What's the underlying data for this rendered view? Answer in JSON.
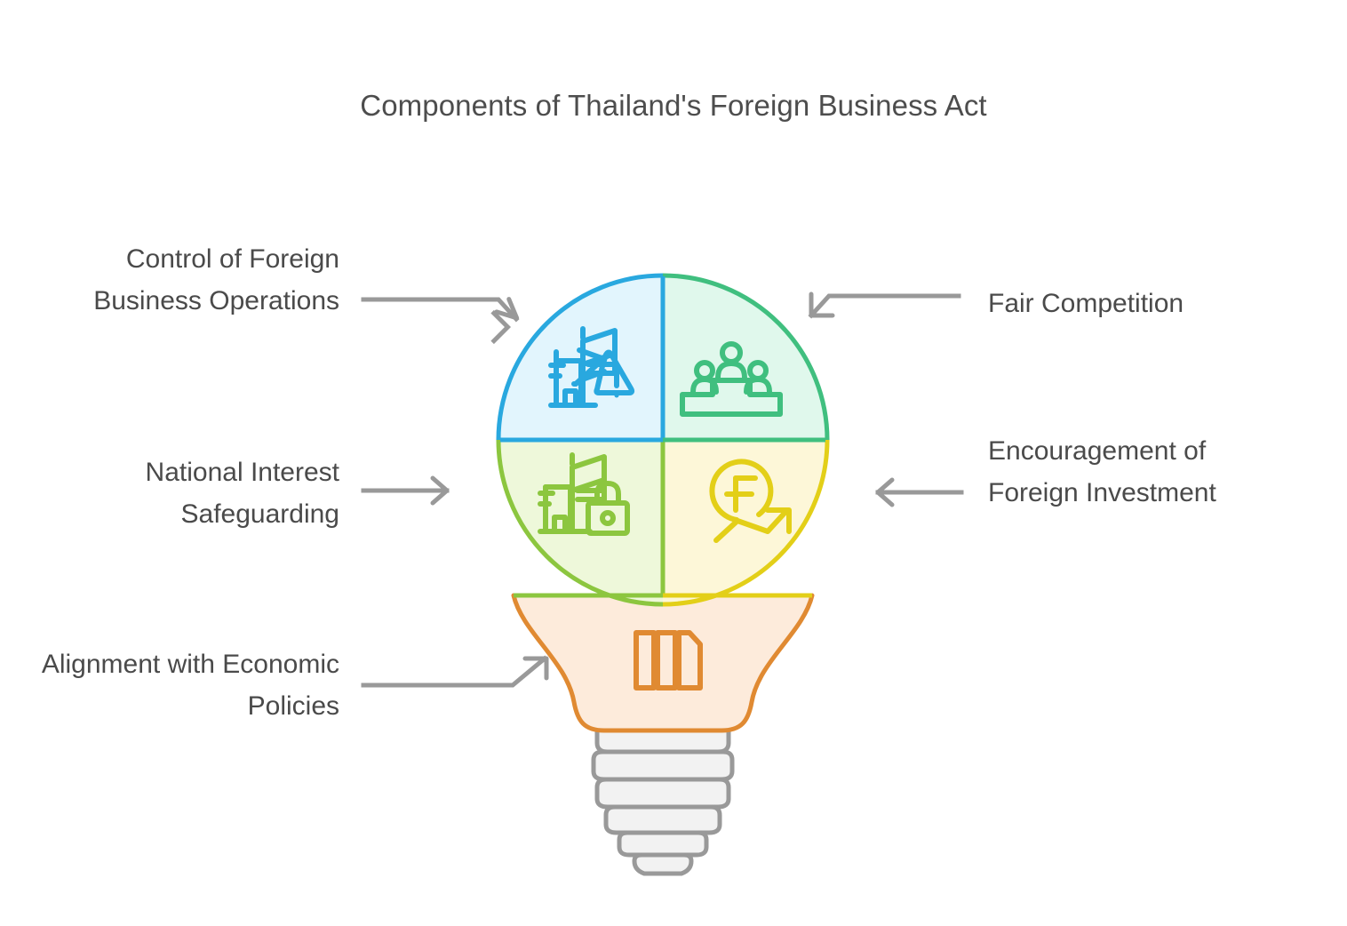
{
  "page": {
    "title": "Components of Thailand's Foreign Business Act",
    "background_color": "#ffffff",
    "text_color": "#4a4a4a"
  },
  "diagram": {
    "type": "lightbulb-segmented-infographic",
    "shape": "light-bulb",
    "segment_count": 5,
    "base_color": "#f2f2f2",
    "base_stroke": "#999999",
    "arrow_color": "#999999",
    "segments": [
      {
        "id": "control-of-foreign-business-operations",
        "label": "Control of Foreign Business Operations",
        "position": "top-left-quadrant",
        "side": "left",
        "stroke_color": "#29a8df",
        "fill_color": "#e2f5fd",
        "icon": "buildings-warning-icon",
        "arrow": "right-then-down"
      },
      {
        "id": "fair-competition",
        "label": "Fair Competition",
        "position": "top-right-quadrant",
        "side": "right",
        "stroke_color": "#40bf7f",
        "fill_color": "#e0f8ec",
        "icon": "podium-people-icon",
        "arrow": "left-then-down"
      },
      {
        "id": "national-interest-safeguarding",
        "label": "National Interest Safeguarding",
        "position": "bottom-left-quadrant",
        "side": "left",
        "stroke_color": "#8cc63f",
        "fill_color": "#eef8da",
        "icon": "buildings-lock-icon",
        "arrow": "straight-right"
      },
      {
        "id": "encouragement-of-foreign-investment",
        "label": "Encouragement of Foreign Investment",
        "position": "bottom-right-quadrant",
        "side": "right",
        "stroke_color": "#e3cf18",
        "fill_color": "#fdf7d8",
        "icon": "coin-growth-arrow-icon",
        "arrow": "straight-left"
      },
      {
        "id": "alignment-with-economic-policies",
        "label": "Alignment with Economic Policies",
        "position": "bulb-neck",
        "side": "left",
        "stroke_color": "#e08a32",
        "fill_color": "#fdebdb",
        "icon": "documents-archive-icon",
        "arrow": "right-then-up"
      }
    ]
  }
}
